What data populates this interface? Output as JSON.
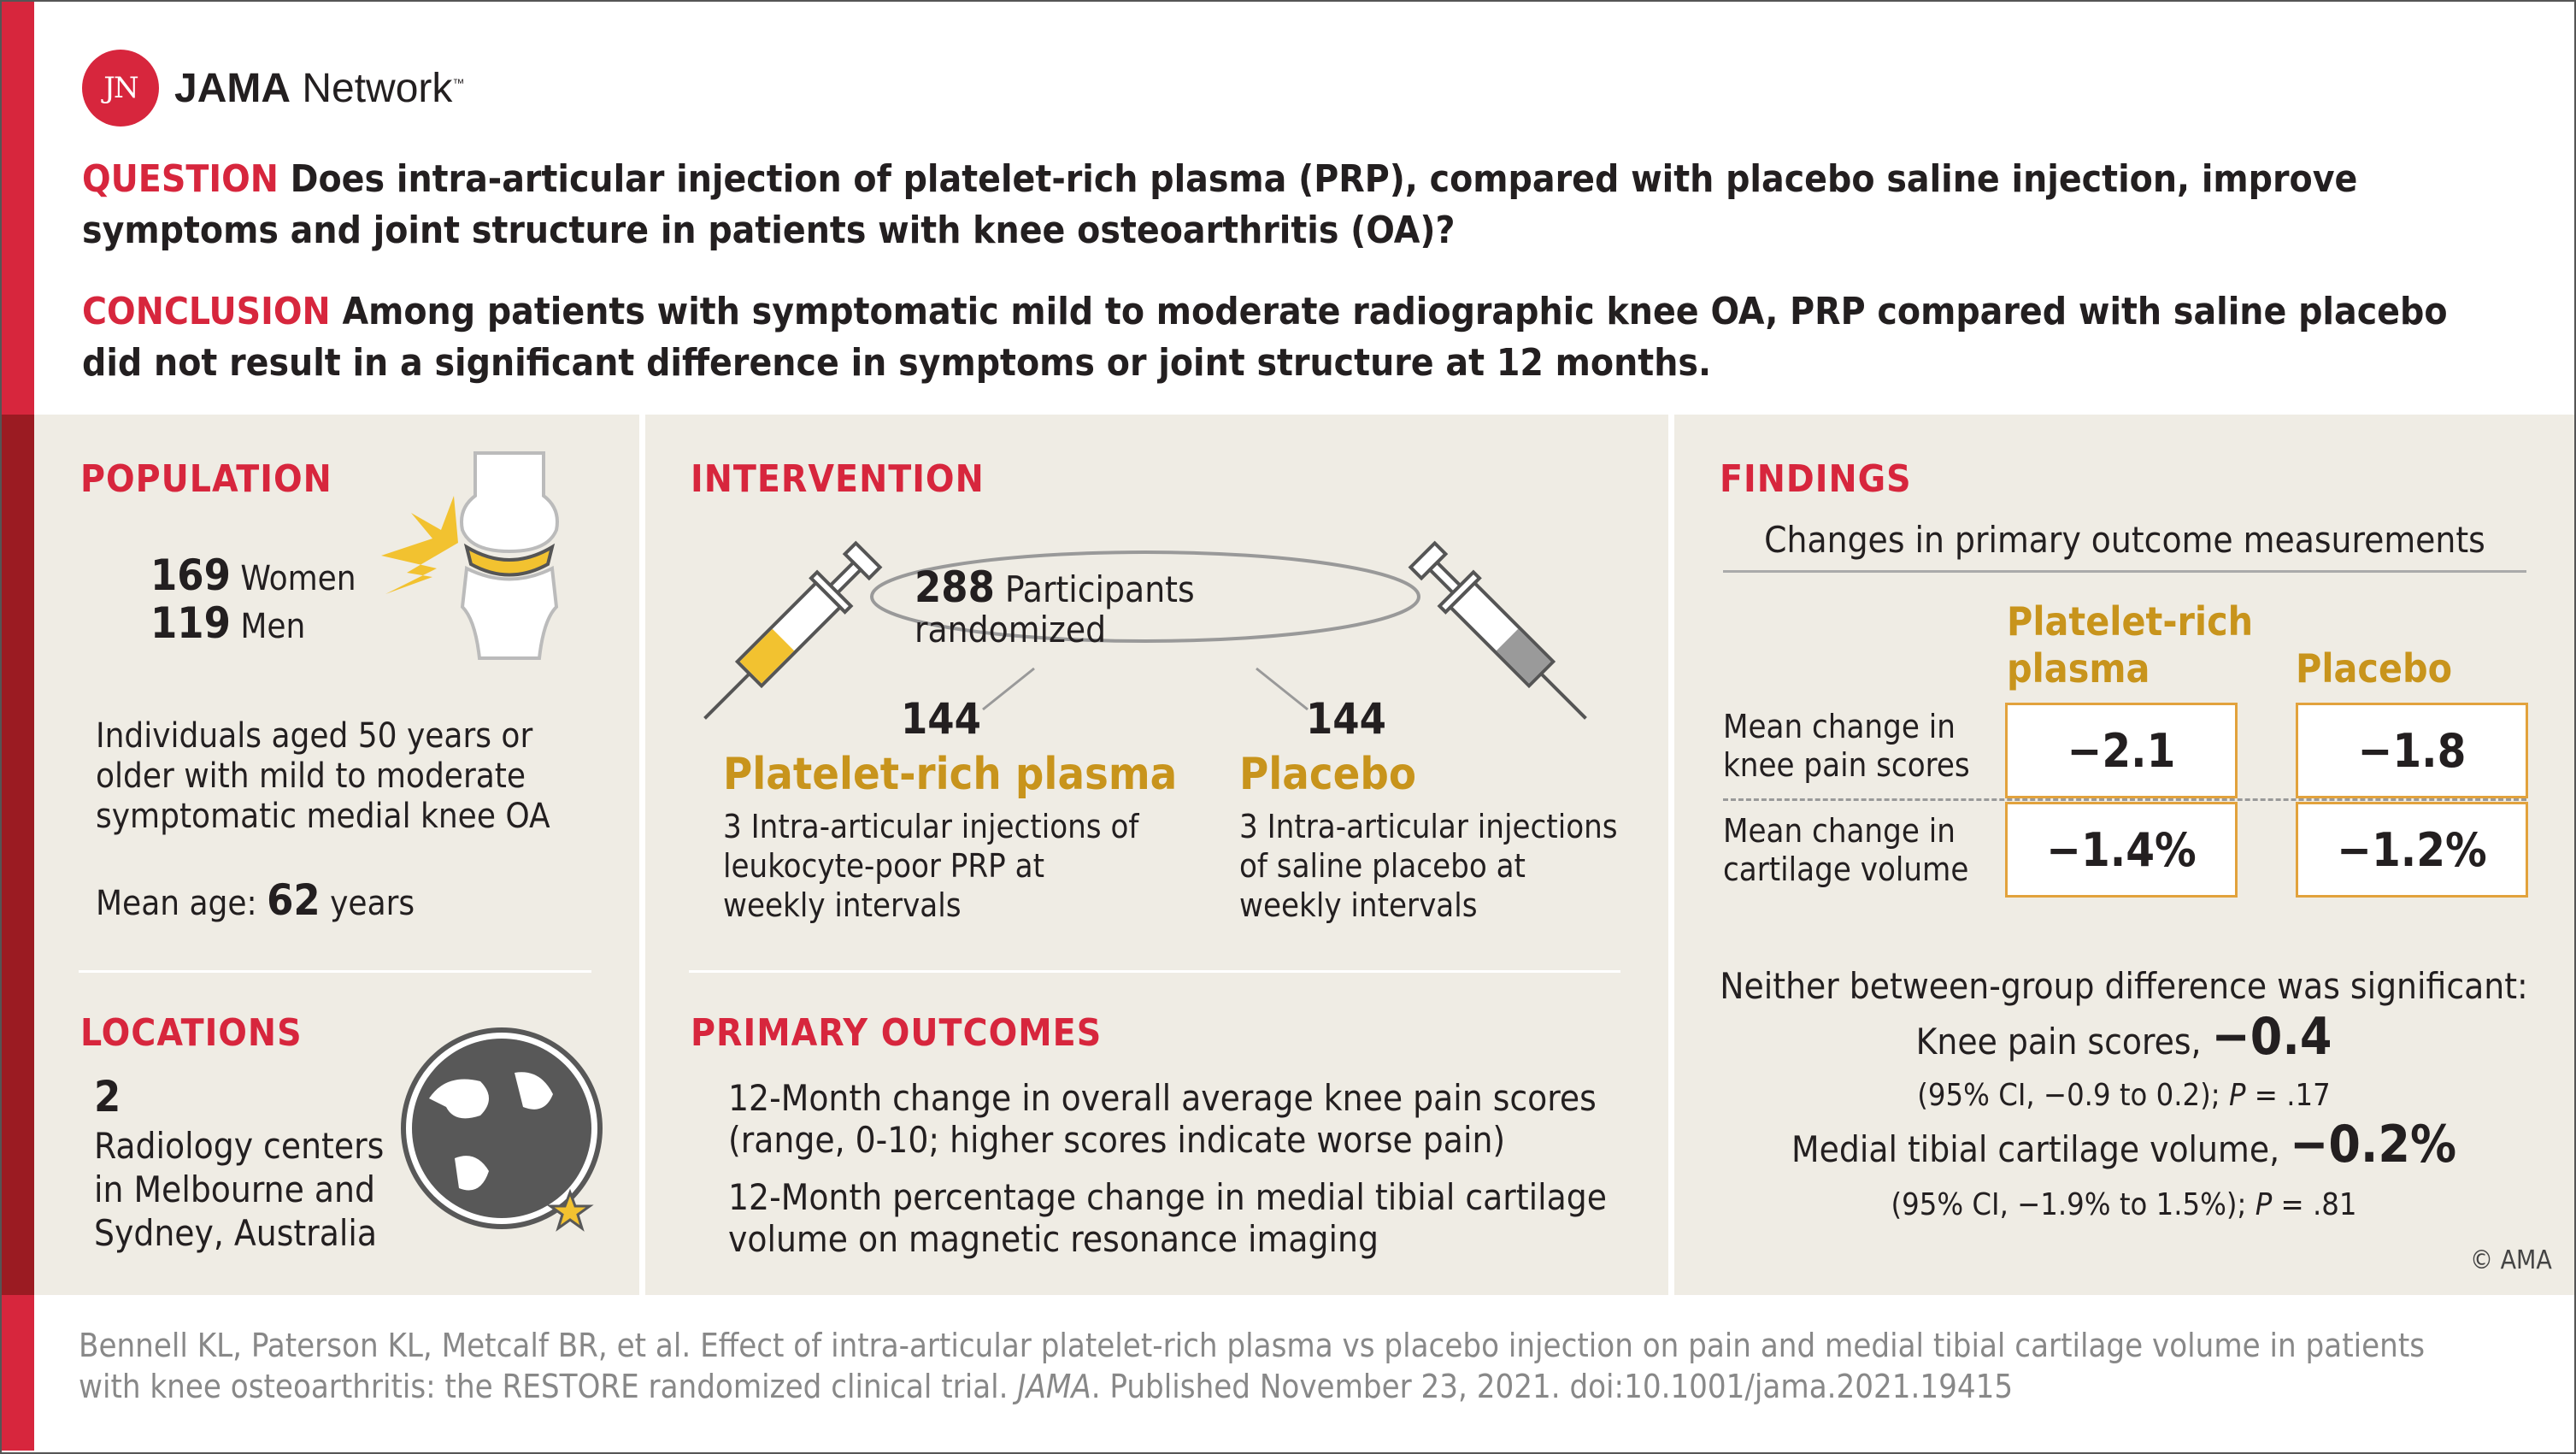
{
  "brand": {
    "logo_mark": "JN",
    "name_bold": "JAMA",
    "name_rest": " Network",
    "tm": "™"
  },
  "question": {
    "key": "QUESTION",
    "text": " Does intra-articular injection of platelet-rich plasma (PRP), compared with placebo saline injection, improve symptoms and joint structure in patients with knee osteoarthritis (OA)?"
  },
  "conclusion": {
    "key": "CONCLUSION",
    "text": " Among patients with symptomatic mild to moderate radiographic knee OA, PRP compared with saline placebo did not result in a significant difference in symptoms or joint structure at 12 months."
  },
  "population": {
    "title": "POPULATION",
    "women_n": "169",
    "women_label": " Women",
    "men_n": "119",
    "men_label": " Men",
    "desc": "Individuals aged 50 years or older with mild to moderate symptomatic medial knee OA",
    "age_label": "Mean age: ",
    "age_n": "62",
    "age_unit": " years"
  },
  "locations": {
    "title": "LOCATIONS",
    "n": "2",
    "desc": "Radiology centers in Melbourne and Sydney, Australia"
  },
  "intervention": {
    "title": "INTERVENTION",
    "randomized_n": "288",
    "randomized_label": " Participants randomized",
    "prp_n": "144",
    "prp_name": "Platelet-rich plasma",
    "prp_desc": "3 Intra-articular injections of leukocyte-poor PRP at weekly intervals",
    "placebo_n": "144",
    "placebo_name": "Placebo",
    "placebo_desc": "3 Intra-articular injections of saline placebo at weekly intervals"
  },
  "outcomes": {
    "title": "PRIMARY OUTCOMES",
    "item1": "12-Month change in overall average knee pain scores (range, 0-10; higher scores indicate worse pain)",
    "item2": "12-Month percentage change in medial tibial cartilage volume on magnetic resonance imaging"
  },
  "findings": {
    "title": "FINDINGS",
    "subtitle": "Changes in primary outcome measurements",
    "col_prp": "Platelet-rich plasma",
    "col_placebo": "Placebo",
    "row1_label": "Mean change in knee pain scores",
    "row1_prp": "−2.1",
    "row1_placebo": "−1.8",
    "row2_label": "Mean change in cartilage volume",
    "row2_prp": "−1.4%",
    "row2_placebo": "−1.2%",
    "neither": "Neither between-group difference was significant:",
    "knee_label": "Knee pain scores, ",
    "knee_val": "−0.4",
    "knee_ci": "(95% CI, −0.9 to 0.2); ",
    "knee_p_label": "P",
    "knee_p": " = .17",
    "cart_label": "Medial tibial cartilage volume, ",
    "cart_val": "−0.2%",
    "cart_ci": "(95% CI, −1.9% to 1.5%); ",
    "cart_p_label": "P",
    "cart_p": " = .81"
  },
  "copyright": "© AMA",
  "citation": {
    "part1": "Bennell KL, Paterson KL, Metcalf BR, et al. Effect of intra-articular platelet-rich plasma vs placebo injection on pain and medial tibial cartilage volume in patients with knee osteoarthritis: the RESTORE randomized clinical trial. ",
    "journal": "JAMA",
    "part2": ". Published November 23, 2021. doi:10.1001/jama.2021.19415"
  },
  "colors": {
    "red": "#d7263d",
    "dark_red": "#9b1b22",
    "gold": "#c8941c",
    "panel": "#efece4",
    "box_border": "#e2a23c",
    "icon_gray": "#585858",
    "knee_yellow": "#f2c230"
  }
}
